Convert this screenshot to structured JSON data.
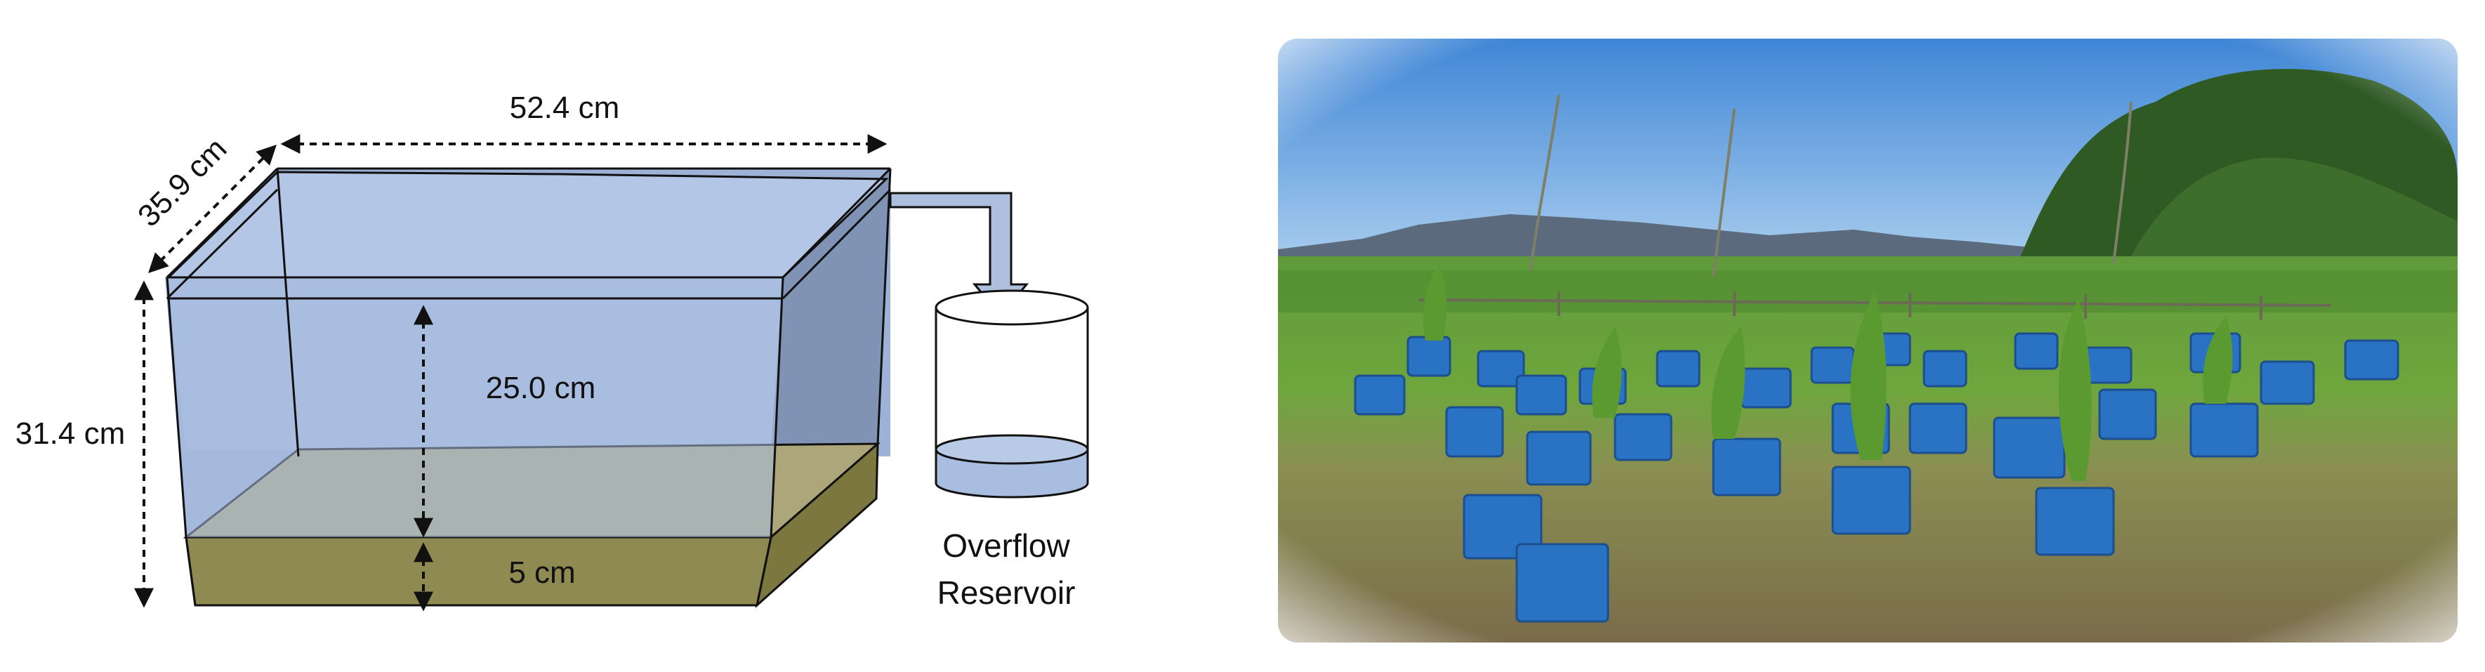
{
  "diagram": {
    "width_label": "52.4 cm",
    "depth_label": "35.9 cm",
    "height_label": "31.4 cm",
    "water_depth_label": "25.0 cm",
    "soil_depth_label": "5 cm",
    "reservoir_label_line1": "Overflow",
    "reservoir_label_line2": "Reservoir"
  },
  "colors": {
    "water": "#a7bcdf",
    "water_side": "#8fa3c4",
    "soil_top": "#aaa57c",
    "soil_front": "#8e8a52",
    "soil_side": "#7a763f",
    "pipe": "#aebfdd",
    "outline": "#111111"
  },
  "photo": {
    "description_icon": "field-photo"
  }
}
